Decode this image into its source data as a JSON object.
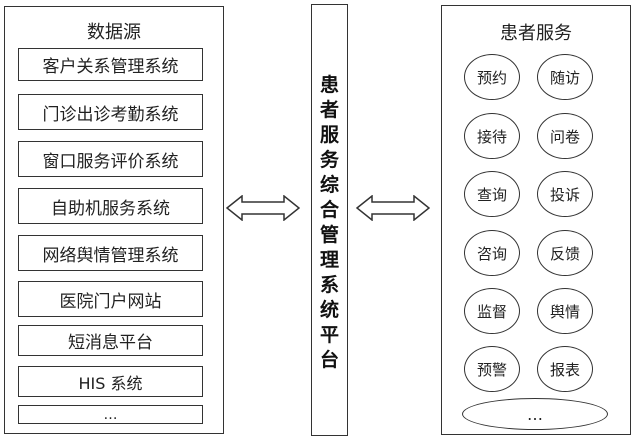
{
  "data_source": {
    "title": "数据源",
    "items": [
      "客户关系管理系统",
      "门诊出诊考勤系统",
      "窗口服务评价系统",
      "自助机服务系统",
      "网络舆情管理系统",
      "医院门户网站",
      "短消息平台",
      "HIS 系统",
      "…"
    ]
  },
  "platform": {
    "title_chars": [
      "患",
      "者",
      "服",
      "务",
      "综",
      "合",
      "管",
      "理",
      "系",
      "统",
      "平",
      "台"
    ]
  },
  "patient_services": {
    "title": "患者服务",
    "rows": [
      [
        "预约",
        "随访"
      ],
      [
        "接待",
        "问卷"
      ],
      [
        "查询",
        "投诉"
      ],
      [
        "咨询",
        "反馈"
      ],
      [
        "监督",
        "舆情"
      ],
      [
        "预警",
        "报表"
      ]
    ],
    "more": "…"
  }
}
